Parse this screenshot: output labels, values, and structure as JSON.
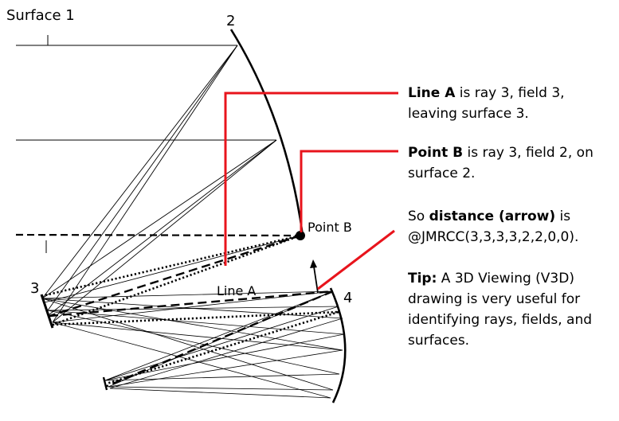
{
  "labels": {
    "surface1": "Surface 1",
    "surface2_num": "2",
    "surface3_num": "3",
    "surface4_num": "4",
    "point_b": "Point B",
    "line_a": "Line A"
  },
  "notes": {
    "line_a": {
      "bold": "Line A",
      "text_1": " is ray 3, field 3,",
      "text_2": "leaving surface 3."
    },
    "point_b": {
      "bold": "Point B",
      "text_1": " is ray 3, field 2, on",
      "text_2": "surface 2."
    },
    "distance": {
      "text_pre": "So ",
      "bold": "distance (arrow)",
      "text_1": " is",
      "text_2": "@JMRCC(3,3,3,3,2,2,0,0)."
    },
    "tip": {
      "bold": "Tip:",
      "text_1": " A 3D Viewing (V3D)",
      "text_2": "drawing is very useful for",
      "text_3": "identifying rays, fields, and",
      "text_4": "surfaces."
    }
  },
  "colors": {
    "callout": "#e8141c",
    "ink": "#000000"
  }
}
